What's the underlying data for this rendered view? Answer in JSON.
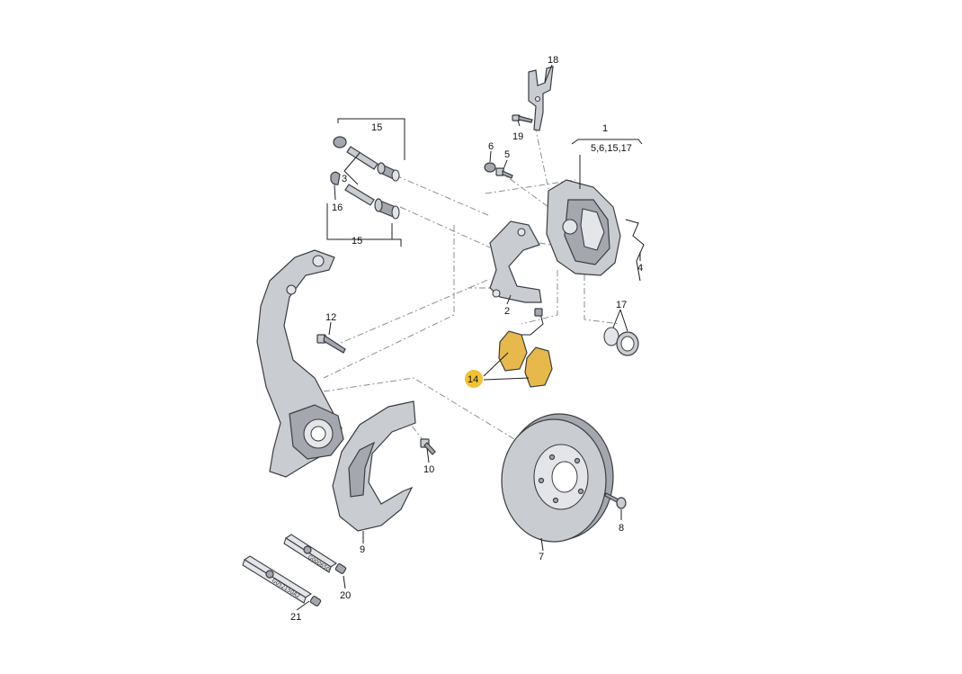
{
  "callouts": {
    "c1": "1",
    "c1_sub": "5,6,15,17",
    "c2": "2",
    "c3": "3",
    "c4": "4",
    "c5": "5",
    "c6": "6",
    "c7": "7",
    "c8": "8",
    "c9": "9",
    "c10": "10",
    "c12": "12",
    "c14": "14",
    "c15_top": "15",
    "c15_bottom": "15",
    "c16": "16",
    "c17": "17",
    "c18": "18",
    "c19": "19",
    "c20": "20",
    "c21": "21"
  },
  "tube_labels": {
    "tube_20": "G000650",
    "tube_21": "G052150A2"
  },
  "colors": {
    "highlight": "#f2c230",
    "pad": "#e6b94a",
    "part": "#c9ccd0"
  }
}
